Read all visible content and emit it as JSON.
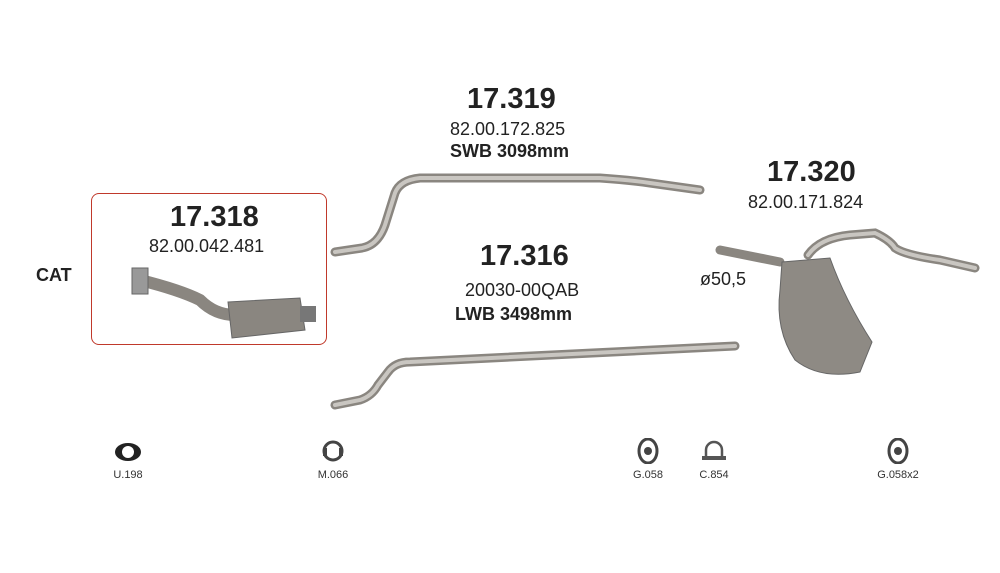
{
  "parts": [
    {
      "number": "17.318",
      "oe": "82.00.042.481",
      "label": "CAT"
    },
    {
      "number": "17.319",
      "oe": "82.00.172.825",
      "variant": "SWB 3098mm"
    },
    {
      "number": "17.316",
      "oe": "20030-00QAB",
      "variant": "LWB 3498mm"
    },
    {
      "number": "17.320",
      "oe": "82.00.171.824",
      "diameter": "ø50,5"
    }
  ],
  "fittings": [
    "U.198",
    "M.066",
    "G.058",
    "C.854",
    "G.058x2"
  ],
  "colors": {
    "pipe": "#9a9690",
    "highlight": "#c0392b"
  }
}
